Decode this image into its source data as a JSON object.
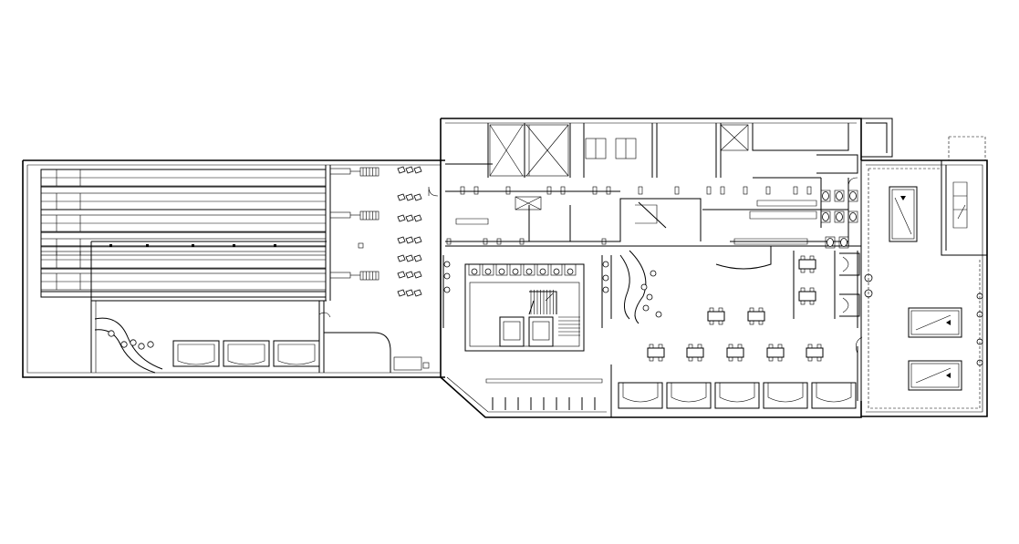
{
  "drawing": {
    "kind": "architectural floor plan",
    "line_color": "#000000",
    "background_color": "#ffffff"
  },
  "icons": {
    "elevator": "elevator-icon",
    "staircase": "staircase-icon",
    "bowling_pins": "bowling-pin-icon",
    "billiard_table": "billiard-table-icon",
    "toilet": "toilet-icon",
    "sofa": "sofa-icon",
    "dining_table": "dining-table-icon",
    "plant": "plant-icon"
  },
  "counts": {
    "bowling_lanes": 6,
    "billiard_tables": 3,
    "elevators": 2,
    "window_sofas": 5,
    "lounge_sofas": 3,
    "dining_tables": 7,
    "toilet_stalls": 8
  }
}
